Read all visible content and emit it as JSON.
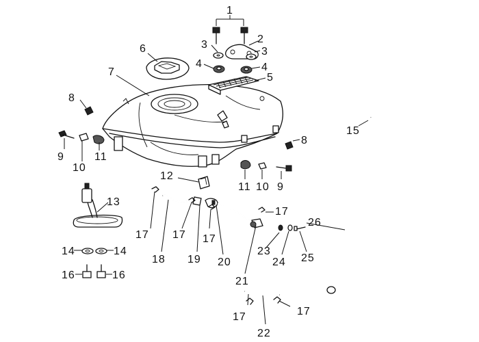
{
  "callouts": {
    "c1": "1",
    "c2": "2",
    "c3a": "3",
    "c3b": "3",
    "c4a": "4",
    "c4b": "4",
    "c5": "5",
    "c6": "6",
    "c7": "7",
    "c8a": "8",
    "c8b": "8",
    "c9a": "9",
    "c9b": "9",
    "c10a": "10",
    "c10b": "10",
    "c11a": "11",
    "c11b": "11",
    "c12": "12",
    "c13": "13",
    "c14a": "14",
    "c14b": "14",
    "c15": "15",
    "c16a": "16",
    "c16b": "16",
    "c17a": "17",
    "c17b": "17",
    "c17c": "17",
    "c17d": "17",
    "c17e": "17",
    "c17f": "17",
    "c18": "18",
    "c19": "19",
    "c20": "20",
    "c21": "21",
    "c22": "22",
    "c23": "23",
    "c24": "24",
    "c25": "25",
    "c26": "26"
  }
}
